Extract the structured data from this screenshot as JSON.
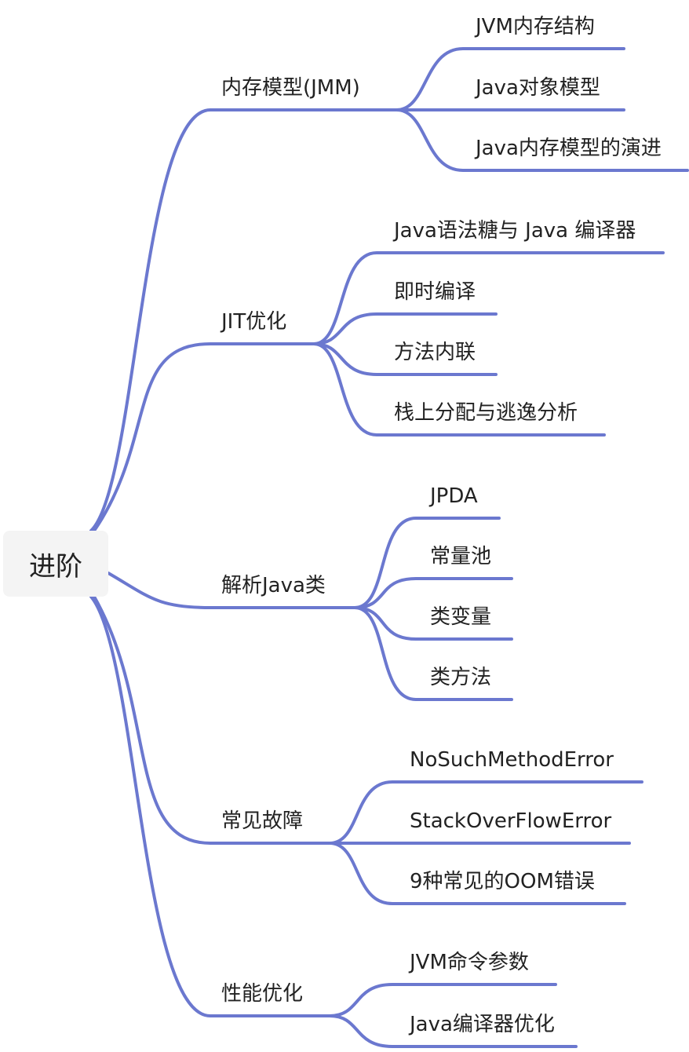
{
  "root": "进阶",
  "line_color": "#6b78cf",
  "branches": [
    {
      "label": "内存模型(JMM)",
      "children": [
        "JVM内存结构",
        "Java对象模型",
        "Java内存模型的演进"
      ]
    },
    {
      "label": "JIT优化",
      "children": [
        "Java语法糖与 Java 编译器",
        "即时编译",
        "方法内联",
        "栈上分配与逃逸分析"
      ]
    },
    {
      "label": "解析Java类",
      "children": [
        "JPDA",
        "常量池",
        "类变量",
        "类方法"
      ]
    },
    {
      "label": "常见故障",
      "children": [
        "NoSuchMethodError",
        "StackOverFlowError",
        "9种常见的OOM错误"
      ]
    },
    {
      "label": "性能优化",
      "children": [
        "JVM命令参数",
        "Java编译器优化"
      ]
    }
  ]
}
